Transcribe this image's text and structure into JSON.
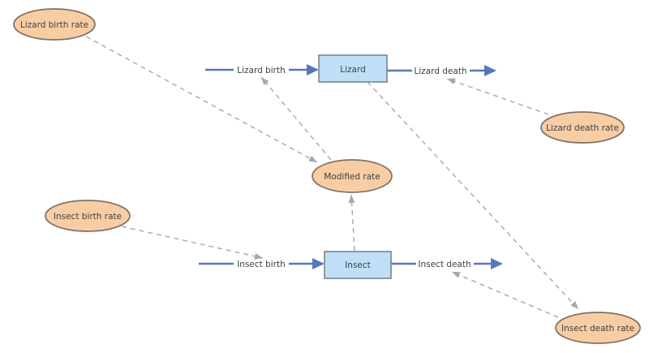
{
  "diagram": {
    "type": "stock-and-flow",
    "colors": {
      "background": "#ffffff",
      "variable_fill": "#f9cda4",
      "variable_border": "#7e7265",
      "stock_fill": "#bedff6",
      "stock_border": "#7d8a97",
      "flow_color": "#5577bb",
      "link_color": "#a8a8a8",
      "text_color": "#3f3f3f"
    },
    "stocks": [
      {
        "id": "lizard",
        "label": "Lizard"
      },
      {
        "id": "insect",
        "label": "Insect"
      }
    ],
    "flows": [
      {
        "id": "lizard-birth",
        "label": "Lizard birth",
        "into": "Lizard"
      },
      {
        "id": "lizard-death",
        "label": "Lizard death",
        "out_of": "Lizard"
      },
      {
        "id": "insect-birth",
        "label": "Insect birth",
        "into": "Insect"
      },
      {
        "id": "insect-death",
        "label": "Insect death",
        "out_of": "Insect"
      }
    ],
    "variables": [
      {
        "id": "lizard-birth-rate",
        "label": "Lizard birth rate"
      },
      {
        "id": "lizard-death-rate",
        "label": "Lizard death rate"
      },
      {
        "id": "modified-rate",
        "label": "Modified rate"
      },
      {
        "id": "insect-birth-rate",
        "label": "Insect birth rate"
      },
      {
        "id": "insect-death-rate",
        "label": "Insect death rate"
      }
    ],
    "links": [
      {
        "from": "Lizard birth rate",
        "to": "Modified rate"
      },
      {
        "from": "Modified rate",
        "to": "Lizard birth"
      },
      {
        "from": "Lizard death rate",
        "to": "Lizard death"
      },
      {
        "from": "Lizard",
        "to": "Insect death rate"
      },
      {
        "from": "Insect birth rate",
        "to": "Insect birth"
      },
      {
        "from": "Insect",
        "to": "Modified rate"
      },
      {
        "from": "Insect death rate",
        "to": "Insect death"
      }
    ]
  }
}
